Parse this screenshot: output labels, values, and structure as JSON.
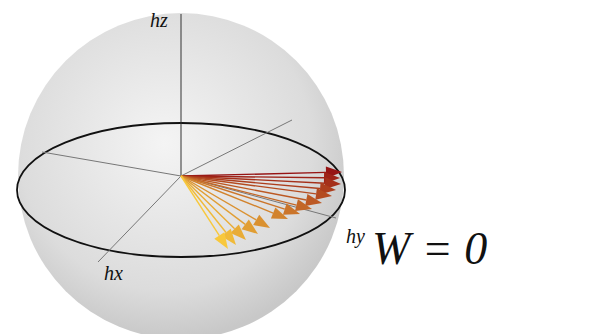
{
  "diagram": {
    "labels": [
      "hz",
      "hx",
      "hy",
      "W = 0"
    ]
  }
}
